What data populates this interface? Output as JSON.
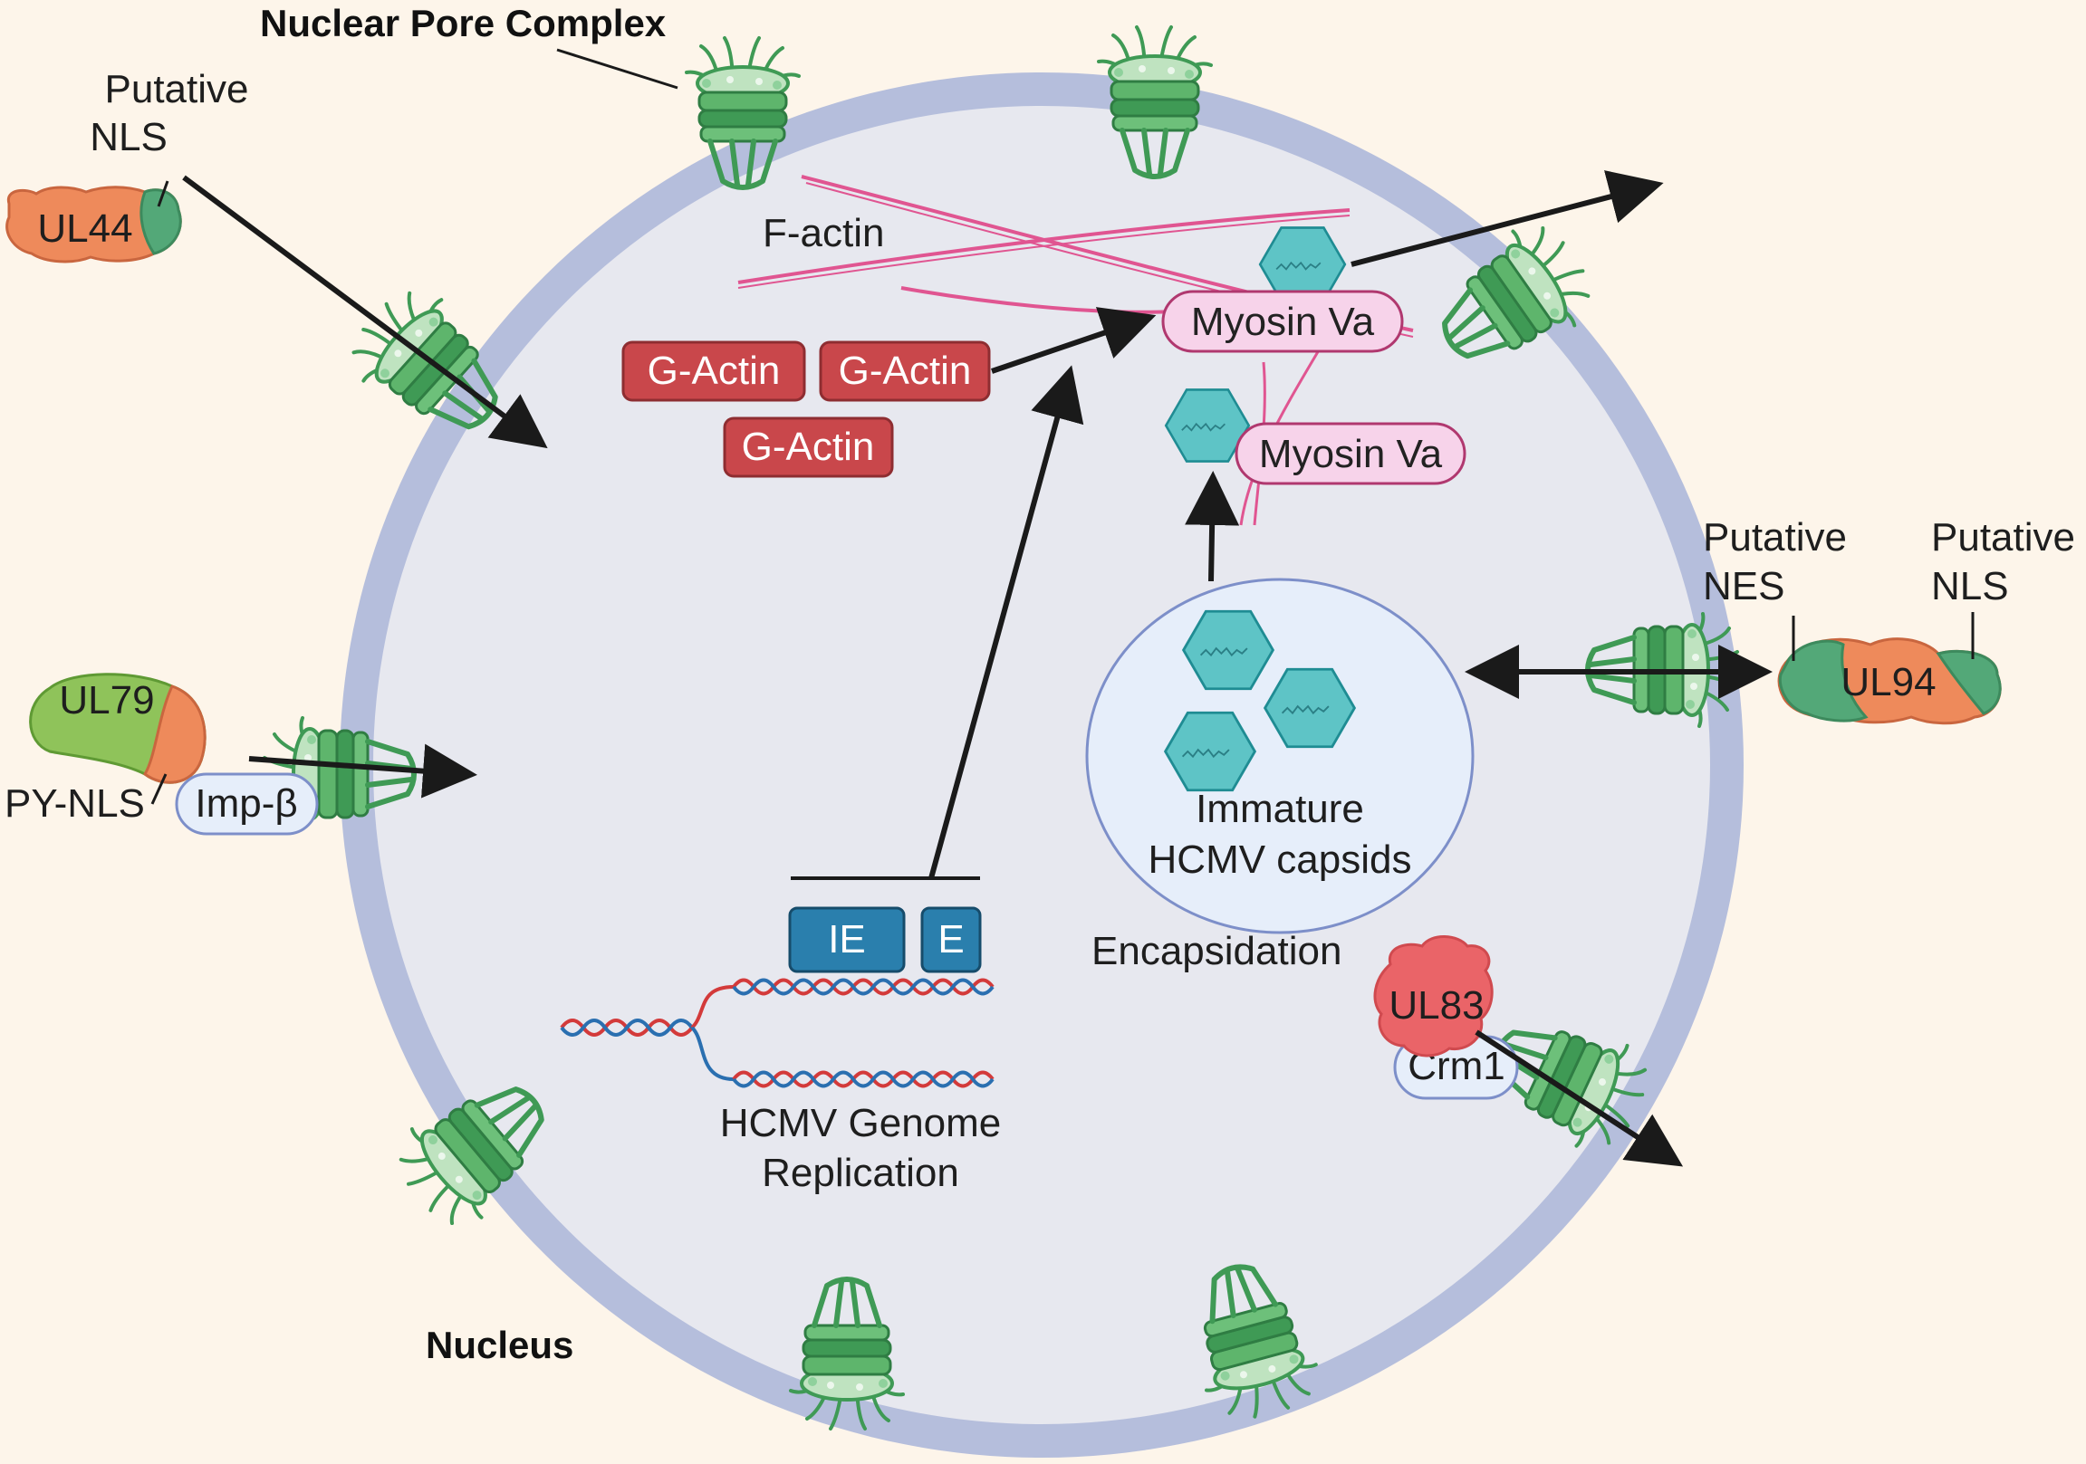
{
  "title": "Nuclear Pore Complex",
  "nucleus_label": "Nucleus",
  "factin_label": "F-actin",
  "gactin": [
    "G-Actin",
    "G-Actin",
    "G-Actin"
  ],
  "myosin": [
    "Myosin Va",
    "Myosin Va"
  ],
  "capsid_label": [
    "Immature",
    "HCMV capsids"
  ],
  "encapsidation_label": "Encapsidation",
  "ie_label": "IE",
  "e_label": "E",
  "genome_label": [
    "HCMV Genome",
    "Replication"
  ],
  "ul44": {
    "name": "UL44",
    "signal": [
      "Putative",
      "NLS"
    ]
  },
  "ul79": {
    "name": "UL79",
    "signal": "PY-NLS",
    "carrier": "Imp-β"
  },
  "ul94": {
    "name": "UL94",
    "nes": [
      "Putative",
      "NES"
    ],
    "nls": [
      "Putative",
      "NLS"
    ]
  },
  "ul83": {
    "name": "UL83",
    "carrier": "Crm1"
  },
  "colors": {
    "background": "#fdf5ea",
    "nuclear_envelope": "#b5bedc",
    "nucleoplasm": "#e7e8ef",
    "gactin": "#c9474b",
    "myosin": "#f7d3ea",
    "capsid": "#5ec4c6",
    "ie_box": "#2a7fad",
    "npc": "#3f9a55",
    "orange_protein": "#ee8a5b",
    "green_signal": "#53a878",
    "ul79_green": "#8fc35a",
    "ul83_red": "#ea6468",
    "carrier_fill": "#e6eefa",
    "factin": "#e05591"
  }
}
